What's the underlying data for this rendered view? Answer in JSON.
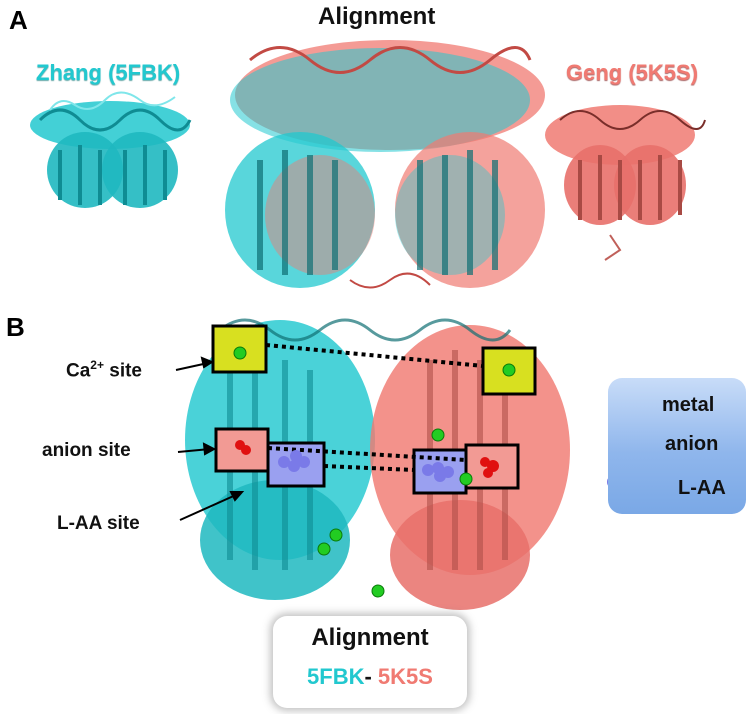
{
  "panel_a": {
    "letter": "A",
    "title": "Alignment",
    "left_label": "Zhang (5FBK)",
    "right_label": "Geng (5K5S)"
  },
  "panel_b": {
    "letter": "B",
    "ca_site_main": "Ca",
    "ca_site_sup": "2+",
    "ca_site_rest": " site",
    "anion_site": "anion site",
    "laa_site": "L-AA site"
  },
  "legend": {
    "metal": "metal",
    "anion": "anion",
    "laa": "L-AA"
  },
  "alignment_box": {
    "title": "Alignment",
    "id_left": "5FBK",
    "separator": "-",
    "id_right": "5K5S"
  },
  "colors": {
    "cyan": "#22c8cf",
    "salmon": "#f07a72",
    "metal": "#22cc22",
    "anion": "#e01010",
    "laa": "#7a7ae8",
    "highlight_yellow": "#d8e020"
  }
}
